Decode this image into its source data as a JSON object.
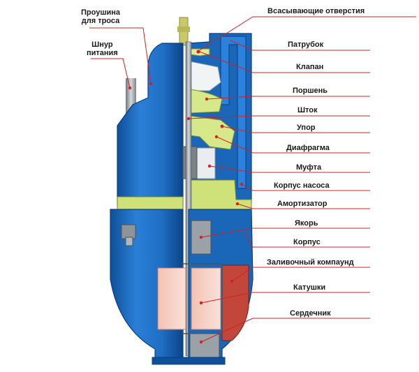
{
  "labels_left": [
    {
      "id": "eye",
      "text_line1": "Проушина",
      "text_line2": "для троса"
    },
    {
      "id": "cord",
      "text_line1": "Шнур",
      "text_line2": "питания"
    }
  ],
  "labels_right": [
    {
      "id": "suction",
      "text": "Всасывающие отверстия"
    },
    {
      "id": "nozzle",
      "text": "Патрубок"
    },
    {
      "id": "valve",
      "text": "Клапан"
    },
    {
      "id": "piston",
      "text": "Поршень"
    },
    {
      "id": "rod",
      "text": "Шток"
    },
    {
      "id": "stop",
      "text": "Упор"
    },
    {
      "id": "diaphragm",
      "text": "Диафрагма"
    },
    {
      "id": "coupling",
      "text": "Муфта"
    },
    {
      "id": "pump-housing",
      "text": "Корпус насоса"
    },
    {
      "id": "shock-absorber",
      "text": "Амортизатор"
    },
    {
      "id": "anchor",
      "text": "Якорь"
    },
    {
      "id": "housing",
      "text": "Корпус"
    },
    {
      "id": "compound",
      "text": "Заливочный компаунд"
    },
    {
      "id": "coils",
      "text": "Катушки"
    },
    {
      "id": "core",
      "text": "Сердечник"
    }
  ],
  "colors": {
    "body_blue": "#1f6fc4",
    "body_blue_dark": "#0f4f99",
    "body_blue_light": "#4a93e0",
    "green_part": "#d6e88a",
    "gray_part": "#9aa2a8",
    "compound_red": "#c2473a",
    "coil_pink": "#f7cfc3",
    "leader_red": "#d42020"
  }
}
